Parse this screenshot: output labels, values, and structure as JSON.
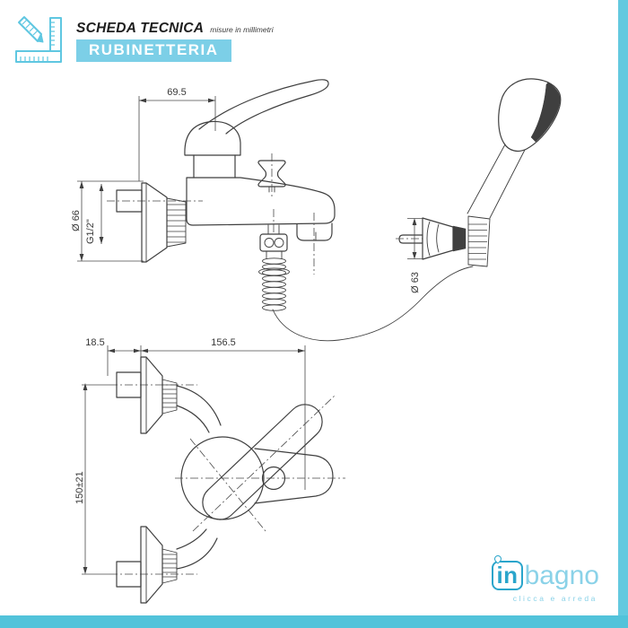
{
  "header": {
    "title": "SCHEDA TECNICA",
    "subtitle": "misure in millimetri",
    "banner": "RUBINETTERIA",
    "icon": "ruler-pencil-icon"
  },
  "diagram": {
    "description": "bath-shower mixer technical drawing, side view and front view",
    "side_view": {
      "width": "69.5",
      "flange_diameter": "Ø 66",
      "thread": "G1/2\"",
      "holder_diameter": "Ø 63"
    },
    "front_view": {
      "wall_offset": "18.5",
      "total_width": "156.5",
      "inlet_span": "150±21"
    }
  },
  "footer": {
    "brand_prefix": "in",
    "brand_suffix": "bagno",
    "tagline": "clicca e arreda"
  },
  "colors": {
    "accent_banner": "#7ccfe7",
    "accent_bar": "#52c3da",
    "accent_strip": "#63c9df",
    "brand_dark": "#2aa5cb",
    "brand_light": "#8ad2e8",
    "line": "#3f3f3f"
  }
}
